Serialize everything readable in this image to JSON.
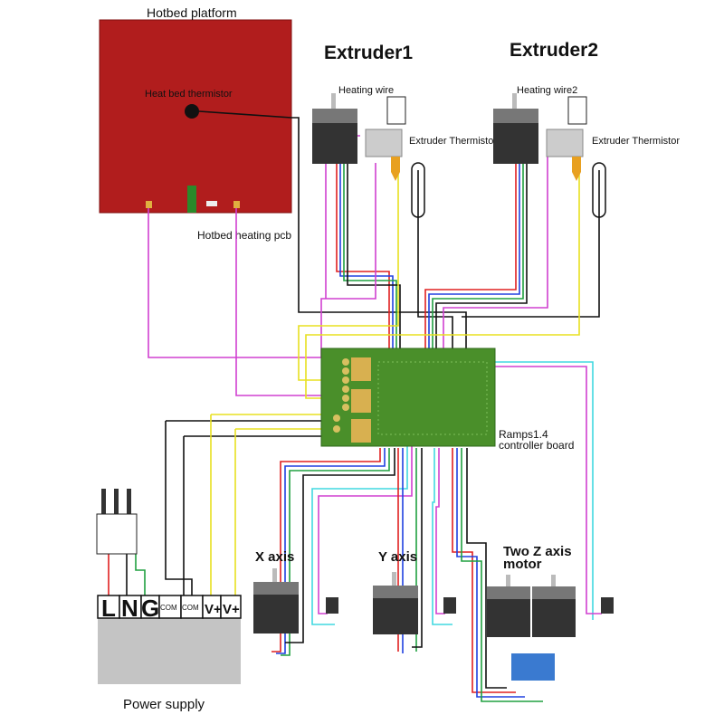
{
  "hotbed": {
    "title": "Hotbed platform",
    "thermistor": "Heat bed thermistor",
    "pcb": "Hotbed heating pcb",
    "color": "#b11d1d"
  },
  "extruder1": {
    "title": "Extruder1",
    "heating_wire": "Heating wire",
    "thermistor": "Extruder Thermistor"
  },
  "extruder2": {
    "title": "Extruder2",
    "heating_wire": "Heating wire2",
    "thermistor": "Extruder Thermistor"
  },
  "board": {
    "label_line1": "Ramps1.4",
    "label_line2": "controller board",
    "color": "#4a8f2a"
  },
  "motors": {
    "x": "X axis",
    "y": "Y axis",
    "z_line1": "Two Z axis",
    "z_line2": "motor"
  },
  "power": {
    "label": "Power supply",
    "terminals": [
      "L",
      "N",
      "G",
      "COM",
      "COM",
      "V+",
      "V+"
    ]
  },
  "wire_colors": {
    "red": "#e02020",
    "blue": "#2040e0",
    "green": "#20a040",
    "black": "#111111",
    "magenta": "#d040d0",
    "yellow": "#e8e020",
    "cyan": "#40d8e0"
  }
}
